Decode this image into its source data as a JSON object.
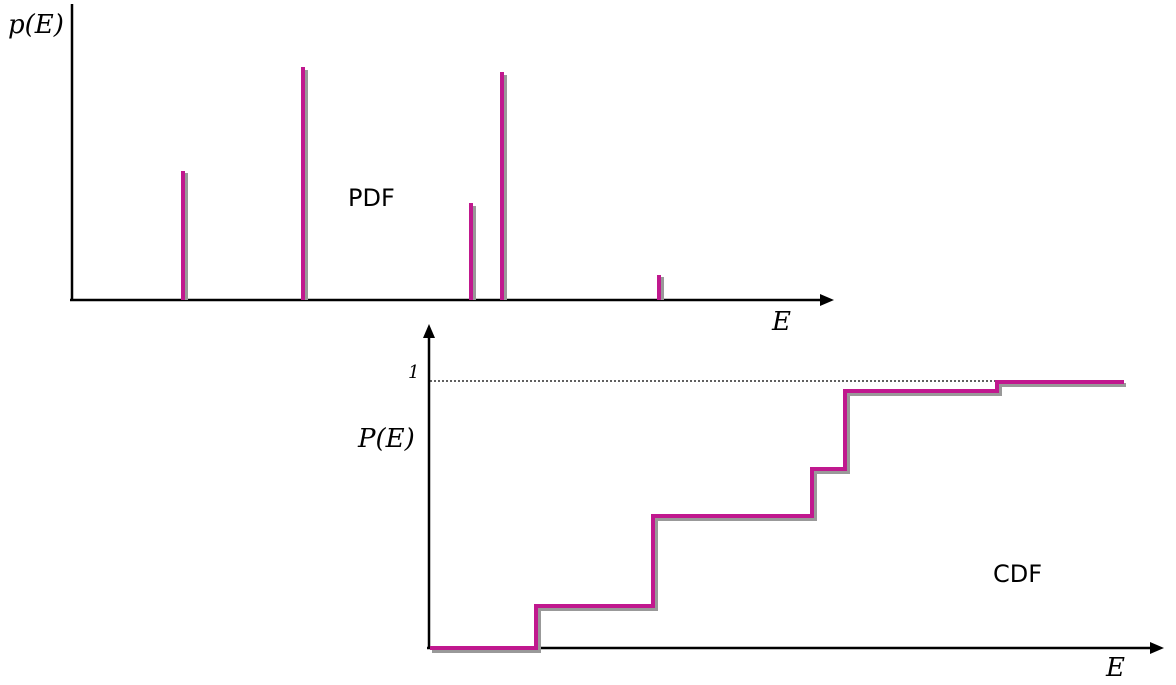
{
  "pdf_panel": {
    "y_label": "p(E)",
    "x_label": "E",
    "title": "PDF"
  },
  "cdf_panel": {
    "y_label": "P(E)",
    "x_label": "E",
    "title": "CDF",
    "one_tick": "1"
  },
  "colors": {
    "spike": "#c0188e",
    "axis": "#000000",
    "shadow": "#999999"
  }
}
